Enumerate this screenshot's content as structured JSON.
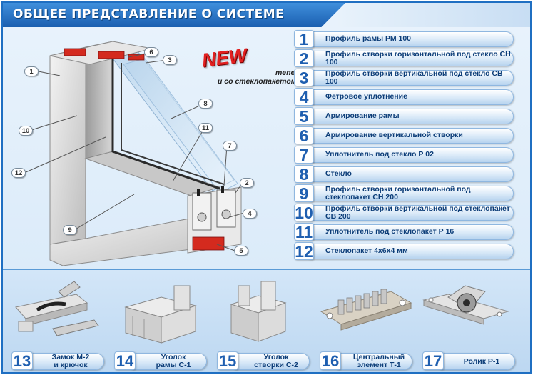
{
  "header": {
    "title": "ОБЩЕЕ ПРЕДСТАВЛЕНИЕ О СИСТЕМЕ"
  },
  "new_badge": {
    "label": "NEW",
    "line1": "теперь",
    "line2": "и со стеклопакетом!!!"
  },
  "diagram": {
    "callouts": [
      "1",
      "10",
      "12",
      "9",
      "6",
      "3",
      "8",
      "11",
      "7",
      "2",
      "4",
      "5"
    ]
  },
  "legend": {
    "items": [
      {
        "num": "1",
        "label": "Профиль рамы РМ 100"
      },
      {
        "num": "2",
        "label": "Профиль створки горизонтальной под стекло СН 100"
      },
      {
        "num": "3",
        "label": "Профиль створки вертикальной под стекло СВ 100"
      },
      {
        "num": "4",
        "label": "Фетровое уплотнение"
      },
      {
        "num": "5",
        "label": "Армирование рамы"
      },
      {
        "num": "6",
        "label": "Армирование вертикальной створки"
      },
      {
        "num": "7",
        "label": "Уплотнитель под стекло Р 02"
      },
      {
        "num": "8",
        "label": "Стекло"
      },
      {
        "num": "9",
        "label": "Профиль створки горизонтальной под стеклопакет СН 200"
      },
      {
        "num": "10",
        "label": "Профиль створки вертикальной под стеклопакет СВ 200"
      },
      {
        "num": "11",
        "label": "Уплотнитель под стеклопакет Р 16"
      },
      {
        "num": "12",
        "label": "Стеклопакет 4х6х4 мм"
      }
    ]
  },
  "components": {
    "items": [
      {
        "num": "13",
        "label": "Замок М-2\nи крючок",
        "icon": "lock-hook-icon"
      },
      {
        "num": "14",
        "label": "Уголок\nрамы С-1",
        "icon": "frame-corner-icon"
      },
      {
        "num": "15",
        "label": "Уголок\nстворки С-2",
        "icon": "sash-corner-icon"
      },
      {
        "num": "16",
        "label": "Центральный\nэлемент Т-1",
        "icon": "central-element-icon"
      },
      {
        "num": "17",
        "label": "Ролик Р-1",
        "icon": "roller-icon"
      }
    ]
  },
  "colors": {
    "title_blue": "#1b5fb0",
    "number_blue": "#1f5fb0",
    "label_navy": "#0c3d78",
    "new_red": "#e22020",
    "reinforcement_red": "#d42a1e"
  }
}
